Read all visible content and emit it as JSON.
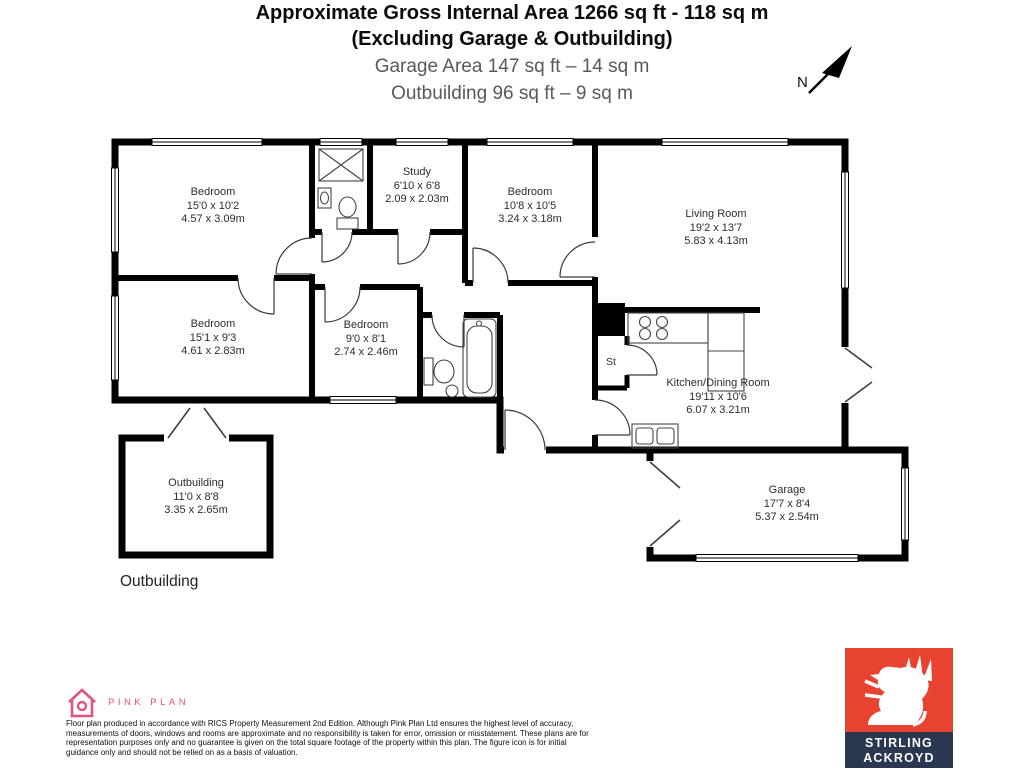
{
  "header": {
    "title_line1": "Approximate Gross Internal Area 1266 sq ft - 118 sq m",
    "title_line2": "(Excluding Garage & Outbuilding)",
    "subtitle_line1": "Garage Area 147 sq ft – 14 sq m",
    "subtitle_line2": "Outbuilding 96 sq ft – 9 sq m",
    "north_label": "N"
  },
  "rooms": [
    {
      "name": "Bedroom",
      "imperial": "15'0 x 10'2",
      "metric": "4.57 x 3.09m"
    },
    {
      "name": "Study",
      "imperial": "6'10 x 6'8",
      "metric": "2.09 x 2.03m"
    },
    {
      "name": "Bedroom",
      "imperial": "10'8 x 10'5",
      "metric": "3.24 x 3.18m"
    },
    {
      "name": "Living Room",
      "imperial": "19'2 x 13'7",
      "metric": "5.83 x 4.13m"
    },
    {
      "name": "Bedroom",
      "imperial": "15'1 x 9'3",
      "metric": "4.61 x 2.83m"
    },
    {
      "name": "Bedroom",
      "imperial": "9'0 x 8'1",
      "metric": "2.74 x 2.46m"
    },
    {
      "name": "Kitchen/Dining Room",
      "imperial": "19'11 x 10'6",
      "metric": "6.07 x 3.21m"
    },
    {
      "name": "Garage",
      "imperial": "17'7 x 8'4",
      "metric": "5.37 x 2.54m"
    },
    {
      "name": "Outbuilding",
      "imperial": "11'0 x 8'8",
      "metric": "3.35 x 2.65m"
    }
  ],
  "plan_labels": {
    "storage": "St",
    "outbuilding_caption": "Outbuilding"
  },
  "footer": {
    "brand_name": "PINK PLAN",
    "disclaimer": "Floor plan produced in accordance with RICS Property Measurement 2nd Edition. Although Pink Plan Ltd ensures the highest level of accuracy, measurements of doors, windows and rooms are approximate and no responsibility is taken for error, omission or misstatement. These plans are for representation purposes only and no guarantee is given on the total square footage of the property within this plan. The figure icon is for initial guidance only and should not be relied on as a basis of valuation.",
    "agent_name_line1": "STIRLING",
    "agent_name_line2": "ACKROYD"
  },
  "colors": {
    "wall": "#000000",
    "brand_pink": "#e2547c",
    "agent_red": "#e74330",
    "agent_navy": "#293750",
    "subtitle_gray": "#595959"
  }
}
